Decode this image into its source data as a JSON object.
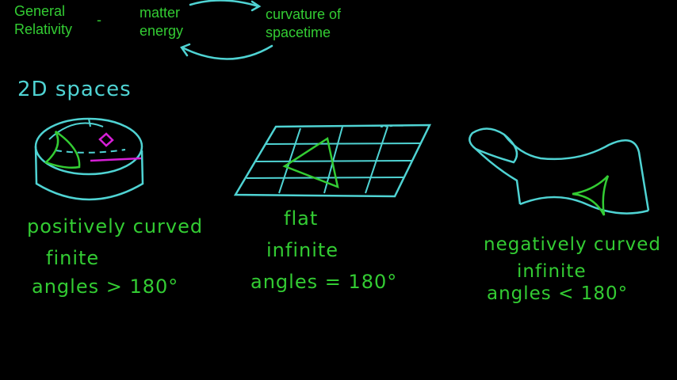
{
  "header": {
    "general_relativity": [
      "General",
      "Relativity"
    ],
    "dash": "-",
    "matter_energy": [
      "matter",
      "energy"
    ],
    "curvature_spacetime": [
      "curvature of",
      "spacetime"
    ]
  },
  "section_title": "2D spaces",
  "spaces": [
    {
      "name": "positively curved",
      "extent": "finite",
      "angles": "angles > 180°"
    },
    {
      "name": "flat",
      "extent": "infinite",
      "angles": "angles = 180°"
    },
    {
      "name": "negatively curved",
      "extent": "infinite",
      "angles": "angles < 180°"
    }
  ],
  "colors": {
    "background": "#000000",
    "text_green": "#33cc33",
    "sketch_cyan": "#4fd3d3",
    "sketch_magenta": "#d61fd6"
  }
}
